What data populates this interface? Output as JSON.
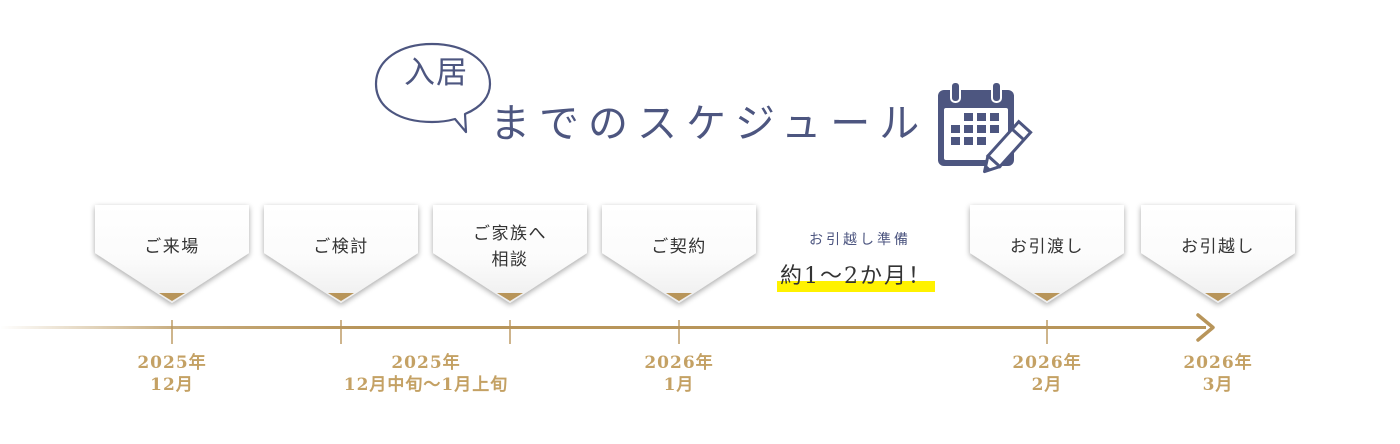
{
  "heading": {
    "bubble": "入居",
    "title": "までのスケジュール",
    "icon": "calendar-pencil-icon"
  },
  "colors": {
    "navy": "#4d5680",
    "gold": "#b8955a",
    "gold_text": "#c4a164",
    "highlight": "#fff200"
  },
  "steps": [
    {
      "label": [
        "ご来場"
      ]
    },
    {
      "label": [
        "ご検討"
      ]
    },
    {
      "label": [
        "ご家族へ",
        "相談"
      ]
    },
    {
      "label": [
        "ご契約"
      ]
    },
    {
      "label": [
        "お引渡し"
      ]
    },
    {
      "label": [
        "お引越し"
      ]
    }
  ],
  "prep": {
    "sub": "お引越し準備",
    "main": "約1〜2か月！"
  },
  "dates": [
    {
      "year": "2025年",
      "month": "12月"
    },
    {
      "year": "2025年",
      "month": "12月中旬〜1月上旬"
    },
    {
      "year": "2026年",
      "month": "1月"
    },
    {
      "year": "2026年",
      "month": "2月"
    },
    {
      "year": "2026年",
      "month": "3月"
    }
  ]
}
